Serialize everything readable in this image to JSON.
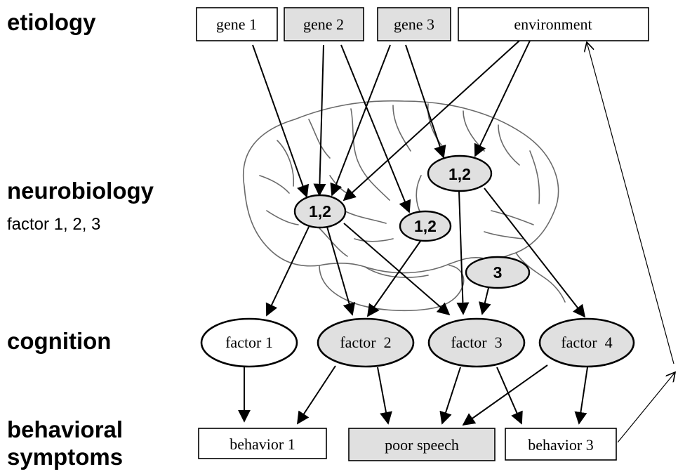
{
  "levels": {
    "etiology": "etiology",
    "neurobiology": "neurobiology",
    "neurobiology_sub": "factor 1, 2, 3",
    "cognition": "cognition",
    "behavioral_line1": "behavioral",
    "behavioral_line2": "symptoms"
  },
  "etiology_boxes": [
    {
      "label": "gene 1",
      "shaded": false
    },
    {
      "label": "gene 2",
      "shaded": true
    },
    {
      "label": "gene 3",
      "shaded": true
    },
    {
      "label": "environment",
      "shaded": false
    }
  ],
  "brain_regions": [
    {
      "label": "1,2"
    },
    {
      "label": "1,2"
    },
    {
      "label": "1,2"
    },
    {
      "label": "3"
    }
  ],
  "cognition_factors": [
    {
      "label": "factor 1",
      "shaded": false
    },
    {
      "label": "factor  2",
      "shaded": true
    },
    {
      "label": "factor  3",
      "shaded": true
    },
    {
      "label": "factor  4",
      "shaded": true
    }
  ],
  "behaviors": [
    {
      "label": "behavior 1",
      "shaded": false
    },
    {
      "label": "poor speech",
      "shaded": true
    },
    {
      "label": "behavior 3",
      "shaded": false
    }
  ],
  "colors": {
    "shaded": "#e0e0e0",
    "plain": "#ffffff",
    "stroke": "#000000",
    "brain": "#6a6a6a"
  }
}
